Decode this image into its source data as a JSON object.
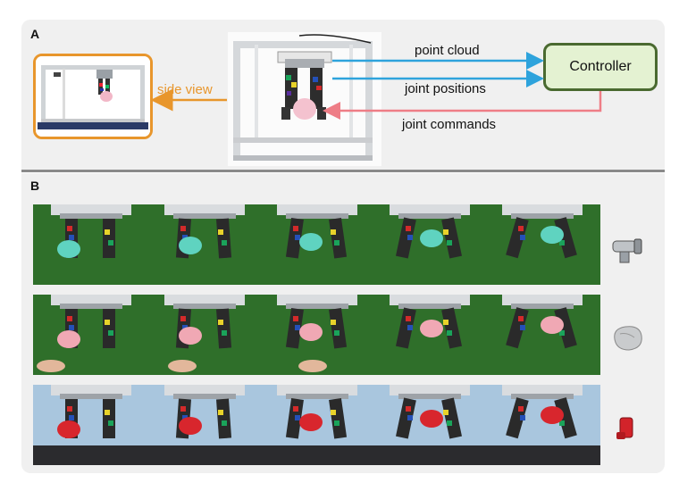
{
  "panel_a": {
    "label": "A",
    "side_view_label": "side view",
    "controller_label": "Controller",
    "arrows": {
      "point_cloud": "point cloud",
      "joint_positions": "joint positions",
      "joint_commands": "joint commands"
    }
  },
  "panel_b": {
    "label": "B",
    "rows": [
      {
        "background": "green-screen",
        "object": "teal-object",
        "object_icon": "camera-mount-icon"
      },
      {
        "background": "green-screen",
        "object": "pink-cup",
        "object_icon": "rock-icon"
      },
      {
        "background": "light-blue",
        "object": "red-object",
        "object_icon": "red-tool-icon"
      }
    ]
  },
  "colors": {
    "blue_arrow": "#2ea3dc",
    "red_arrow": "#ee7d86",
    "orange": "#e8962c",
    "controller_fill": "#e4f2d2",
    "controller_border": "#4a6a30",
    "panel_bg": "#f0f0f0"
  }
}
